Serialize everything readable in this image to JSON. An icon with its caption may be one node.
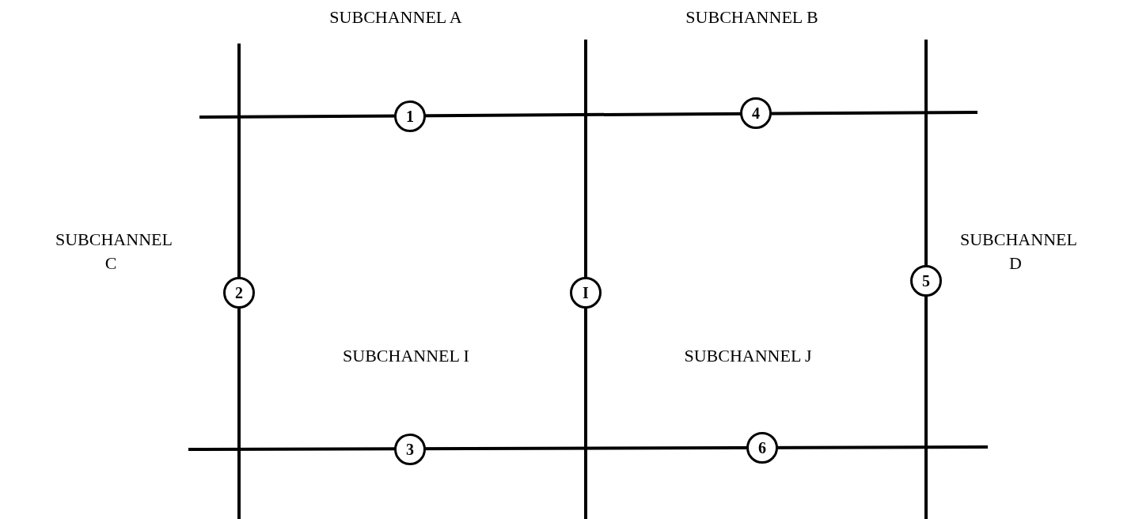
{
  "diagram": {
    "labels": [
      "SUBCHANNEL A",
      "SUBCHANNEL B",
      "1",
      "4",
      "SUBCHANNEL C",
      "2",
      "I",
      "SUBCHANNEL D",
      "5",
      "SUBCHANNEL I",
      "SUBCHANNEL J",
      "3",
      "6"
    ]
  }
}
